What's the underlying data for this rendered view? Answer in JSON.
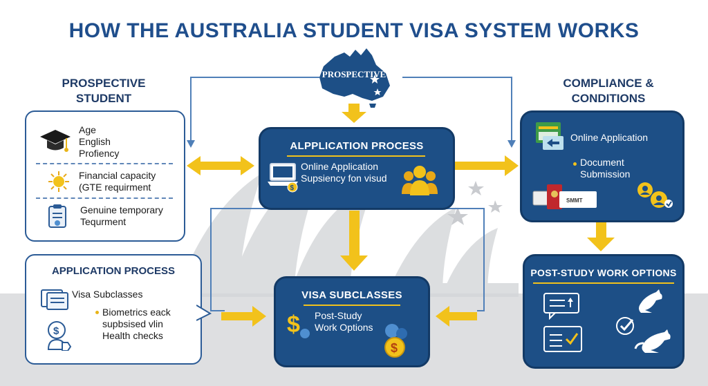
{
  "title": "HOW THE AUSTRALIA STUDENT VISA SYSTEM WORKS",
  "prospective_student": {
    "label_line1": "PROSPECTIVE",
    "label_line2": "STUDENT",
    "item1_line1": "Age",
    "item1_line2": "English",
    "item1_line3": "Profiency",
    "item2_line1": "Financial capacity",
    "item2_line2": "(GTE requirment",
    "item3_line1": "Genuine temporary",
    "item3_line2": "Tequrment"
  },
  "application_process_left": {
    "heading": "APPLICATION PROCESS",
    "item1": "Visa Subclasses",
    "item2_line1": "Biometrics eack",
    "item2_line2": "supbsised vlin",
    "item2_line3": "Health checks"
  },
  "map": {
    "label": "PROSPECTIVE"
  },
  "application_process_center": {
    "heading": "ALPPLICATION PROCESS",
    "line1": "Online Application",
    "line2": "Supsiency fon visud"
  },
  "visa_subclasses": {
    "heading": "VISA SUBCLASSES",
    "line1": "Post-Study",
    "line2": "Work Options"
  },
  "compliance": {
    "label_line1": "COMPLIANCE &",
    "label_line2": "CONDITIONS",
    "item1": "Online Application",
    "item2_line1": "Document",
    "item2_line2": "Submission",
    "passport_text": "SMMT"
  },
  "post_study": {
    "heading": "POST-STUDY WORK OPTIONS"
  },
  "colors": {
    "navy": "#1d4f86",
    "title_blue": "#1f4e8c",
    "arrow_yellow": "#f2c21b",
    "line_blue": "#4f7fb8"
  }
}
